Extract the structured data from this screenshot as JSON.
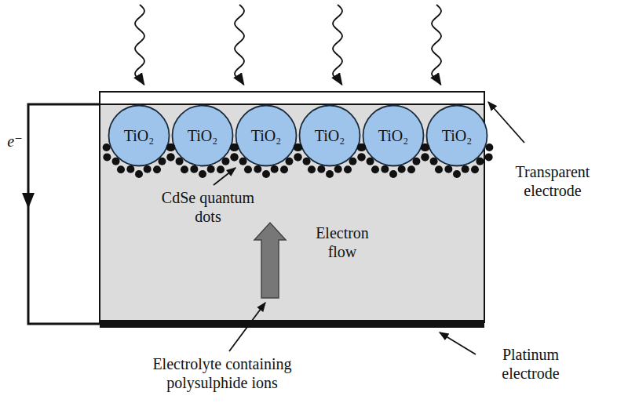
{
  "diagram": {
    "nodes": [
      {
        "text": [
          "TiO₂"
        ]
      },
      {
        "text": [
          "TiO₂"
        ]
      },
      {
        "text": [
          "TiO₂"
        ]
      },
      {
        "text": [
          "TiO₂"
        ]
      },
      {
        "text": [
          "TiO₂"
        ]
      },
      {
        "text": [
          "TiO₂"
        ]
      }
    ],
    "labels": [
      "Transparent electrode",
      "e⁻",
      "CdSe quantum dots",
      "Electron flow",
      "Electrolyte containing polysulphide ions",
      "Platinum electrode"
    ]
  }
}
